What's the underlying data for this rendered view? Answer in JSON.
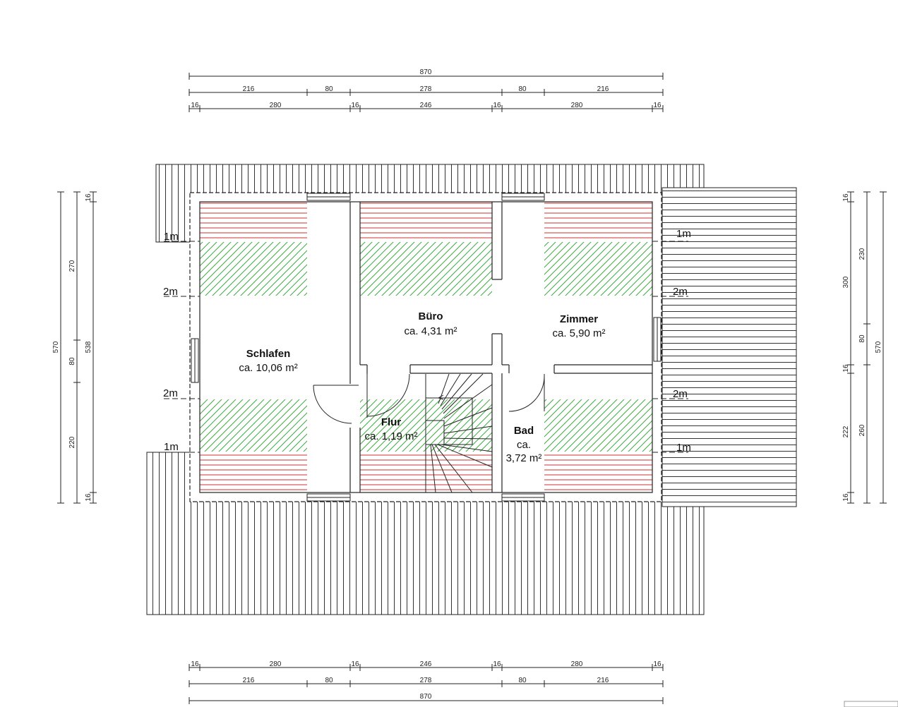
{
  "dimensions": {
    "top": {
      "total": "870",
      "middle": [
        "216",
        "80",
        "278",
        "80",
        "216"
      ],
      "inner": [
        "16",
        "280",
        "16",
        "246",
        "16",
        "280",
        "16"
      ]
    },
    "bottom": {
      "total": "870",
      "middle": [
        "216",
        "80",
        "278",
        "80",
        "216"
      ],
      "inner": [
        "16",
        "280",
        "16",
        "246",
        "16",
        "280",
        "16"
      ]
    },
    "left": {
      "total": "570",
      "middle": [
        "538",
        "80"
      ],
      "inner": [
        "16",
        "270",
        "220",
        "16"
      ]
    },
    "right": {
      "total": "570",
      "middle": [
        "300",
        "230",
        "80",
        "260",
        "222"
      ],
      "inner": [
        "16",
        "16",
        "16"
      ]
    }
  },
  "height_labels": {
    "one_meter": "1m",
    "two_meter": "2m"
  },
  "rooms": [
    {
      "name": "Schlafen",
      "area": "ca. 10,06 m²"
    },
    {
      "name": "Büro",
      "area": "ca. 4,31 m²"
    },
    {
      "name": "Zimmer",
      "area": "ca. 5,90 m²"
    },
    {
      "name": "Flur",
      "area": "ca. 1,19 m²"
    },
    {
      "name": "Bad",
      "area_line1": "ca.",
      "area_line2": "3,72 m²"
    }
  ],
  "colors": {
    "under_1m_hatch": "#cc3333",
    "under_2m_hatch": "#44aa44",
    "lines": "#222222"
  }
}
